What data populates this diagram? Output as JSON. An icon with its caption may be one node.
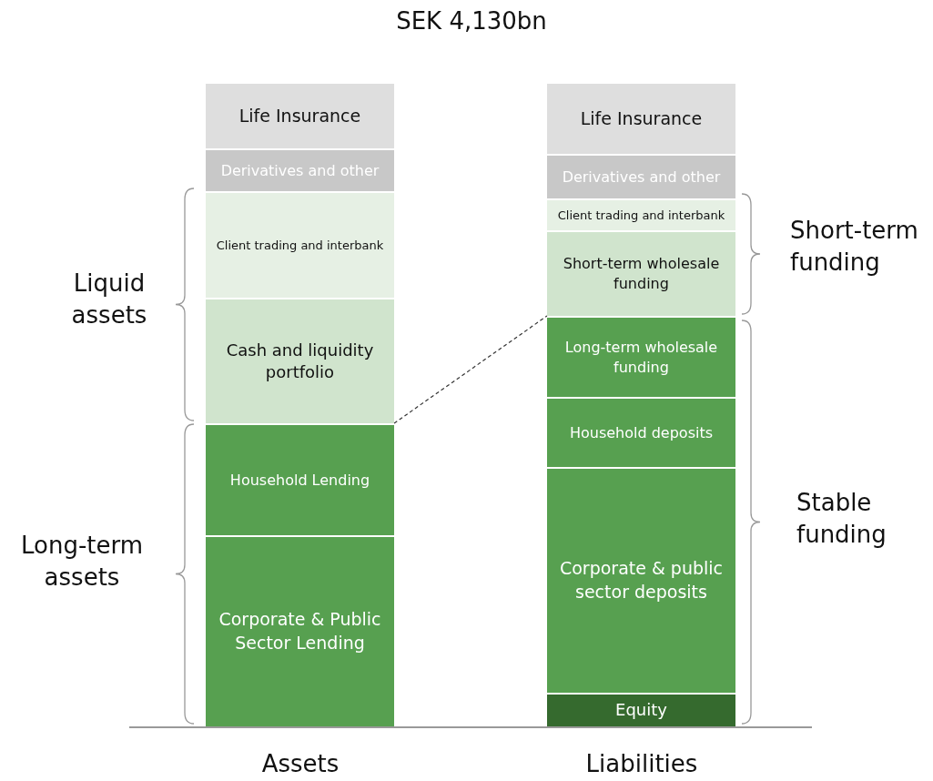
{
  "diagram": {
    "title": "SEK 4,130bn",
    "nodes": [
      {
        "text": [
          "Life Insurance"
        ]
      },
      {
        "text": [
          "Derivatives and other"
        ]
      },
      {
        "text": [
          "Client trading and interbank"
        ]
      },
      {
        "text": [
          "Cash and liquidity portfolio"
        ]
      },
      {
        "text": [
          "Household Lending"
        ]
      },
      {
        "text": [
          "Corporate & Public Sector Lending"
        ]
      },
      {
        "text": [
          "Life Insurance"
        ]
      },
      {
        "text": [
          "Derivatives and other"
        ]
      },
      {
        "text": [
          "Client trading and interbank"
        ]
      },
      {
        "text": [
          "Short-term wholesale funding"
        ]
      },
      {
        "text": [
          "Long-term wholesale funding"
        ]
      },
      {
        "text": [
          "Household deposits"
        ]
      },
      {
        "text": [
          "Corporate & public sector deposits"
        ]
      },
      {
        "text": [
          "Equity"
        ]
      }
    ],
    "edges": [
      {
        "from": 3,
        "to": 9,
        "arrow": "none",
        "style": "dashed"
      }
    ],
    "labels": [
      "Liquid assets",
      "Short-term funding",
      "Stable funding",
      "Long-term assets",
      "Assets",
      "Liabilities"
    ]
  }
}
